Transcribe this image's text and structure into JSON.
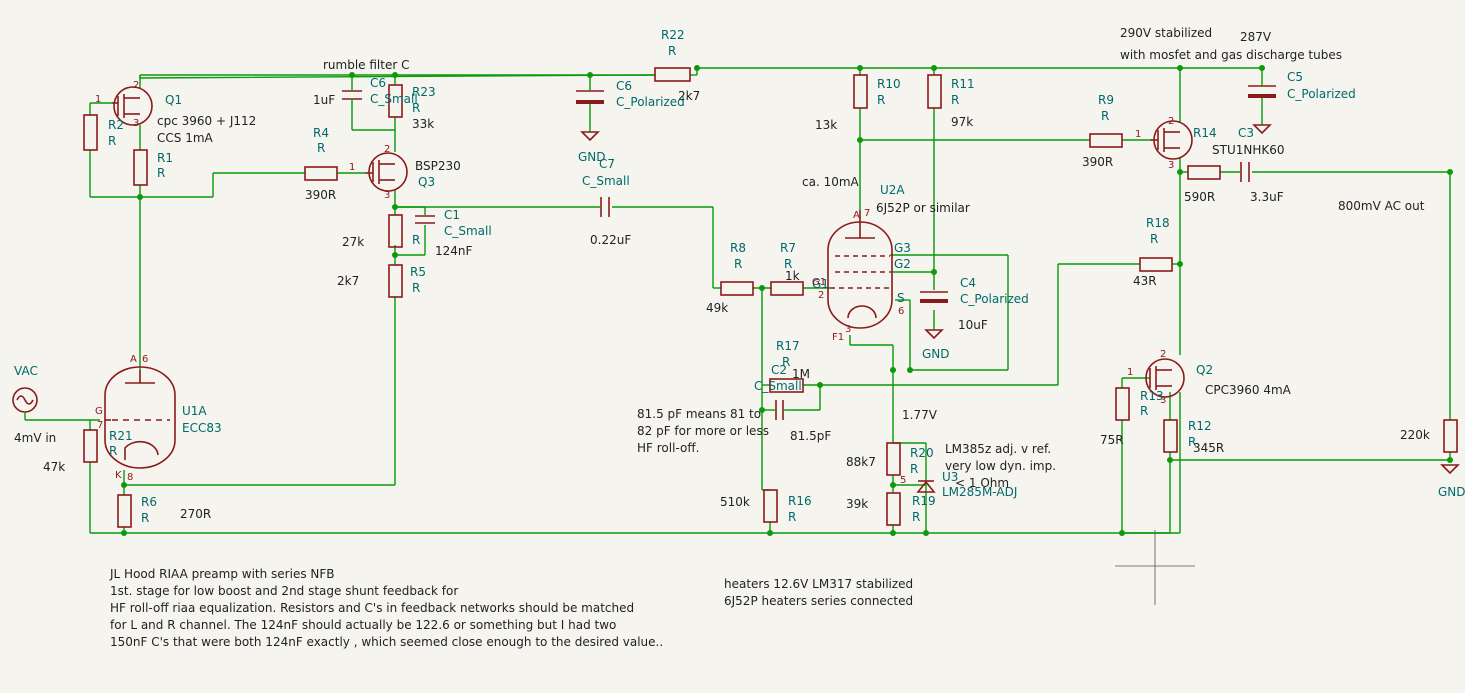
{
  "labels": [
    {
      "t": "rumble filter C",
      "cls": "note"
    },
    {
      "t": "R22",
      "cls": "ref"
    },
    {
      "t": "R",
      "cls": "ref"
    },
    {
      "t": "2k7",
      "cls": "note"
    },
    {
      "t": "C6",
      "cls": "ref"
    },
    {
      "t": "C_Small",
      "cls": "ref"
    },
    {
      "t": "1uF",
      "cls": "note"
    },
    {
      "t": "R23",
      "cls": "ref"
    },
    {
      "t": "R",
      "cls": "ref"
    },
    {
      "t": "33k",
      "cls": "note"
    },
    {
      "t": "C6",
      "cls": "ref"
    },
    {
      "t": "C_Polarized",
      "cls": "ref"
    },
    {
      "t": "GND",
      "cls": "ref"
    },
    {
      "t": "Q1",
      "cls": "ref"
    },
    {
      "t": "cpc 3960 + J112",
      "cls": "note"
    },
    {
      "t": "CCS 1mA",
      "cls": "note"
    },
    {
      "t": "R2",
      "cls": "ref"
    },
    {
      "t": "R",
      "cls": "ref"
    },
    {
      "t": "R1",
      "cls": "ref"
    },
    {
      "t": "R",
      "cls": "ref"
    },
    {
      "t": "R4",
      "cls": "ref"
    },
    {
      "t": "R",
      "cls": "ref"
    },
    {
      "t": "390R",
      "cls": "note"
    },
    {
      "t": "BSP230",
      "cls": "note"
    },
    {
      "t": "Q3",
      "cls": "ref"
    },
    {
      "t": "C7",
      "cls": "ref"
    },
    {
      "t": "C_Small",
      "cls": "ref"
    },
    {
      "t": "0.22uF",
      "cls": "note"
    },
    {
      "t": "C1",
      "cls": "ref"
    },
    {
      "t": "C_Small",
      "cls": "ref"
    },
    {
      "t": "124nF",
      "cls": "note"
    },
    {
      "t": "27k",
      "cls": "note"
    },
    {
      "t": "R",
      "cls": "ref"
    },
    {
      "t": "2k7",
      "cls": "note"
    },
    {
      "t": "R5",
      "cls": "ref"
    },
    {
      "t": "R",
      "cls": "ref"
    },
    {
      "t": "VAC",
      "cls": "ref"
    },
    {
      "t": "4mV in",
      "cls": "note"
    },
    {
      "t": "47k",
      "cls": "note"
    },
    {
      "t": "U1A",
      "cls": "ref"
    },
    {
      "t": "ECC83",
      "cls": "ref"
    },
    {
      "t": "R21",
      "cls": "ref"
    },
    {
      "t": "R",
      "cls": "ref"
    },
    {
      "t": "R6",
      "cls": "ref"
    },
    {
      "t": "R",
      "cls": "ref"
    },
    {
      "t": "270R",
      "cls": "note"
    },
    {
      "t": "R10",
      "cls": "ref"
    },
    {
      "t": "R",
      "cls": "ref"
    },
    {
      "t": "13k",
      "cls": "note"
    },
    {
      "t": "R11",
      "cls": "ref"
    },
    {
      "t": "R",
      "cls": "ref"
    },
    {
      "t": "97k",
      "cls": "note"
    },
    {
      "t": "ca. 10mA",
      "cls": "note"
    },
    {
      "t": "U2A",
      "cls": "ref"
    },
    {
      "t": "6J52P or similar",
      "cls": "note"
    },
    {
      "t": "G3",
      "cls": "ref"
    },
    {
      "t": "G2",
      "cls": "ref"
    },
    {
      "t": "G1",
      "cls": "ref"
    },
    {
      "t": "S",
      "cls": "ref"
    },
    {
      "t": "C4",
      "cls": "ref"
    },
    {
      "t": "C_Polarized",
      "cls": "ref"
    },
    {
      "t": "10uF",
      "cls": "note"
    },
    {
      "t": "GND",
      "cls": "ref"
    },
    {
      "t": "R8",
      "cls": "ref"
    },
    {
      "t": "R",
      "cls": "ref"
    },
    {
      "t": "49k",
      "cls": "note"
    },
    {
      "t": "R7",
      "cls": "ref"
    },
    {
      "t": "R",
      "cls": "ref"
    },
    {
      "t": "1k",
      "cls": "note"
    },
    {
      "t": "R17",
      "cls": "ref"
    },
    {
      "t": "R",
      "cls": "ref"
    },
    {
      "t": "1M",
      "cls": "note"
    },
    {
      "t": "C2",
      "cls": "ref"
    },
    {
      "t": "C_Small",
      "cls": "ref"
    },
    {
      "t": "81.5pF",
      "cls": "note"
    },
    {
      "t": "81.5 pF means 81 to",
      "cls": "note"
    },
    {
      "t": "82 pF for more or less",
      "cls": "note"
    },
    {
      "t": "HF roll-off.",
      "cls": "note"
    },
    {
      "t": "510k",
      "cls": "note"
    },
    {
      "t": "R16",
      "cls": "ref"
    },
    {
      "t": "R",
      "cls": "ref"
    },
    {
      "t": "1.77V",
      "cls": "note"
    },
    {
      "t": "88k7",
      "cls": "note"
    },
    {
      "t": "R20",
      "cls": "ref"
    },
    {
      "t": "R",
      "cls": "ref"
    },
    {
      "t": "39k",
      "cls": "note"
    },
    {
      "t": "R19",
      "cls": "ref"
    },
    {
      "t": "R",
      "cls": "ref"
    },
    {
      "t": "LM385z adj. v ref.",
      "cls": "note"
    },
    {
      "t": "very low dyn. imp.",
      "cls": "note"
    },
    {
      "t": "< 1 Ohm",
      "cls": "note"
    },
    {
      "t": "U3",
      "cls": "ref"
    },
    {
      "t": "LM285M-ADJ",
      "cls": "ref"
    },
    {
      "t": "290V stabilized",
      "cls": "note"
    },
    {
      "t": "with mosfet and gas discharge tubes",
      "cls": "note"
    },
    {
      "t": "287V",
      "cls": "note"
    },
    {
      "t": "C5",
      "cls": "ref"
    },
    {
      "t": "C_Polarized",
      "cls": "ref"
    },
    {
      "t": "R9",
      "cls": "ref"
    },
    {
      "t": "R",
      "cls": "ref"
    },
    {
      "t": "390R",
      "cls": "note"
    },
    {
      "t": "R14",
      "cls": "ref"
    },
    {
      "t": "STU1NHK60",
      "cls": "note"
    },
    {
      "t": "C3",
      "cls": "ref"
    },
    {
      "t": "590R",
      "cls": "note"
    },
    {
      "t": "3.3uF",
      "cls": "note"
    },
    {
      "t": "800mV AC out",
      "cls": "note"
    },
    {
      "t": "R18",
      "cls": "ref"
    },
    {
      "t": "R",
      "cls": "ref"
    },
    {
      "t": "43R",
      "cls": "note"
    },
    {
      "t": "Q2",
      "cls": "ref"
    },
    {
      "t": "CPC3960   4mA",
      "cls": "note"
    },
    {
      "t": "R13",
      "cls": "ref"
    },
    {
      "t": "R",
      "cls": "ref"
    },
    {
      "t": "75R",
      "cls": "note"
    },
    {
      "t": "R12",
      "cls": "ref"
    },
    {
      "t": "R",
      "cls": "ref"
    },
    {
      "t": "345R",
      "cls": "note"
    },
    {
      "t": "220k",
      "cls": "note"
    },
    {
      "t": "GND",
      "cls": "ref"
    },
    {
      "t": "JL Hood RIAA preamp with series NFB",
      "cls": "note"
    },
    {
      "t": "1st. stage for low boost and 2nd stage shunt feedback for",
      "cls": "note"
    },
    {
      "t": "HF roll-off riaa equalization. Resistors and C's in feedback networks should be matched",
      "cls": "note"
    },
    {
      "t": "for L and R channel. The 124nF should actually be 122.6 or something but I had two",
      "cls": "note"
    },
    {
      "t": "150nF C's that were both 124nF exactly , which seemed close enough to the desired value..",
      "cls": "note"
    },
    {
      "t": "heaters 12.6V LM317 stabilized",
      "cls": "note"
    },
    {
      "t": "6J52P heaters series connected",
      "cls": "note"
    }
  ],
  "pins": [
    "1",
    "2",
    "3",
    "1",
    "2",
    "3",
    "A",
    "G",
    "K",
    "6",
    "7",
    "8",
    "A",
    "G1",
    "F1",
    "7",
    "2",
    "6",
    "3",
    "1",
    "2",
    "3",
    "1",
    "2",
    "3",
    "5"
  ]
}
